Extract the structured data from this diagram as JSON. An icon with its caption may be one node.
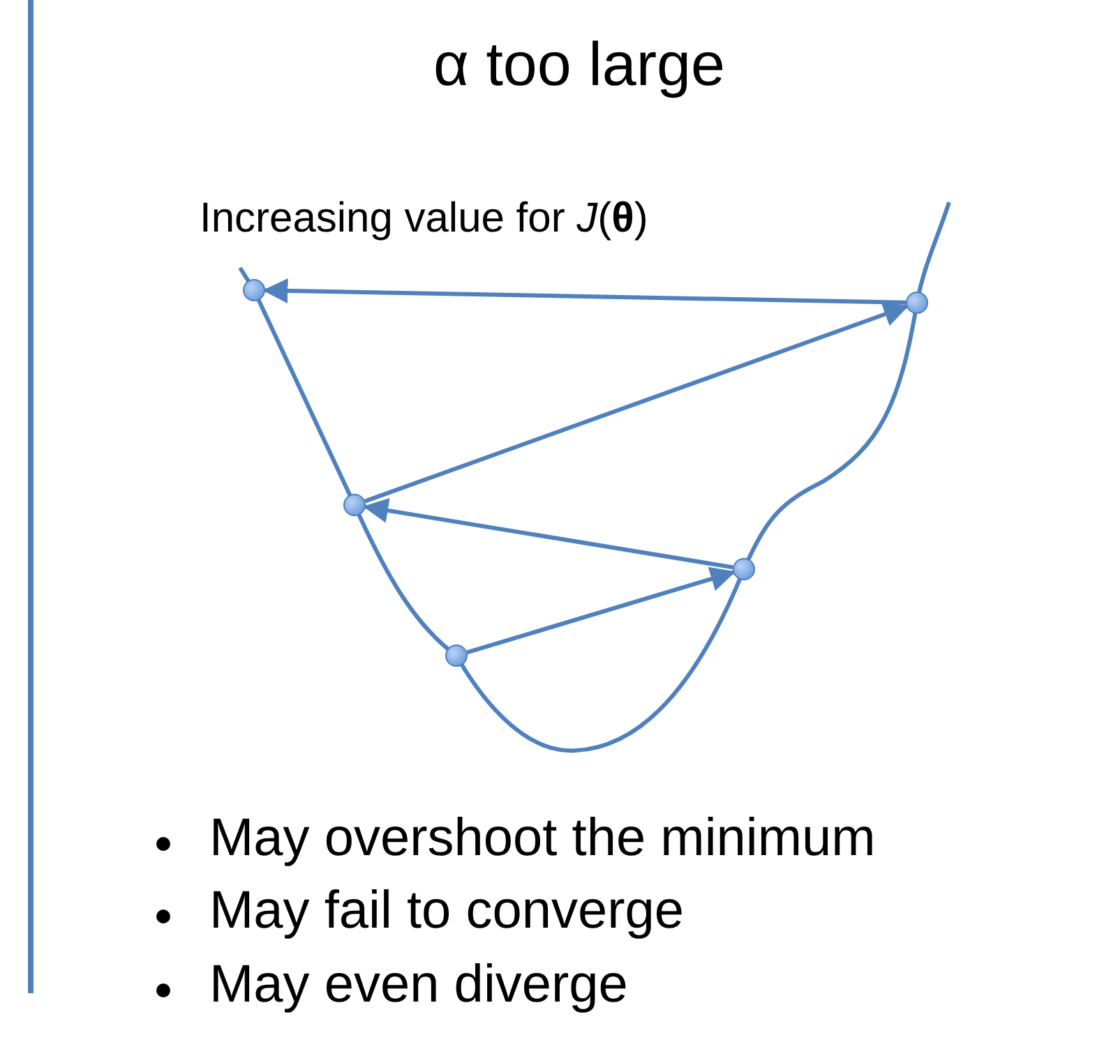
{
  "diagram": {
    "title": "α too large",
    "nodes": [
      {
        "text": [],
        "shape": "circle"
      },
      {
        "text": [],
        "shape": "circle"
      },
      {
        "text": [],
        "shape": "circle"
      },
      {
        "text": [],
        "shape": "circle"
      },
      {
        "text": [],
        "shape": "circle"
      }
    ],
    "edges": [
      {
        "from": 4,
        "to": 3,
        "arrow": "to"
      },
      {
        "from": 3,
        "to": 2,
        "arrow": "to"
      },
      {
        "from": 2,
        "to": 1,
        "arrow": "to"
      },
      {
        "from": 1,
        "to": 0,
        "arrow": "to"
      }
    ],
    "labels": [
      "Increasing value for *J*(**θ**)",
      "May overshoot the minimum",
      "May fail to converge",
      "May even diverge"
    ]
  }
}
